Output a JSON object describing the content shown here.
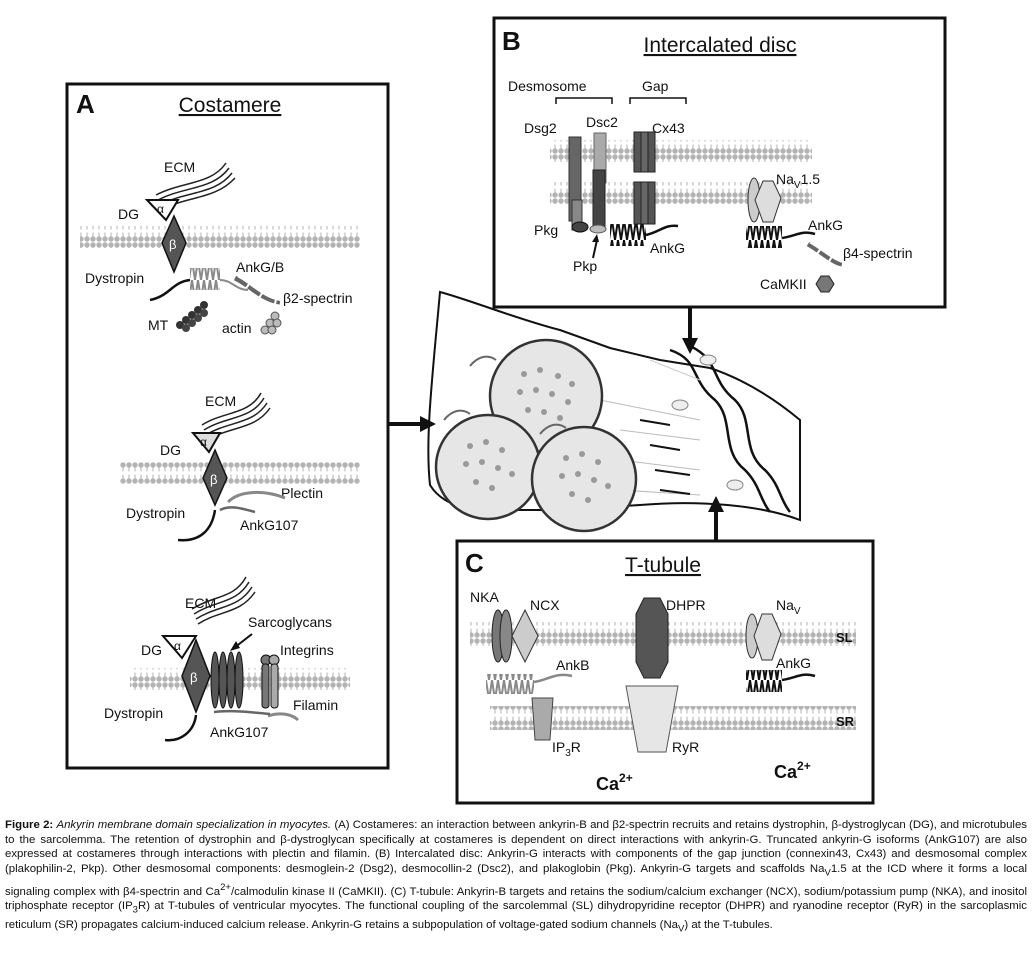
{
  "panelA": {
    "letter": "A",
    "title": "Costamere",
    "row1": {
      "ecm": "ECM",
      "dg": "DG",
      "alpha": "α",
      "beta": "β",
      "dystropin": "Dystropin",
      "ank": "AnkG/B",
      "spectrin": "β2-spectrin",
      "mt": "MT",
      "actin": "actin"
    },
    "row2": {
      "ecm": "ECM",
      "dg": "DG",
      "alpha": "α",
      "beta": "β",
      "plectin": "Plectin",
      "dystropin": "Dystropin",
      "ank": "AnkG107"
    },
    "row3": {
      "ecm": "ECM",
      "sarcoglycans": "Sarcoglycans",
      "dg": "DG",
      "alpha": "α",
      "beta": "β",
      "integrins": "Integrins",
      "filamin": "Filamin",
      "dystropin": "Dystropin",
      "ank": "AnkG107"
    }
  },
  "panelB": {
    "letter": "B",
    "title": "Intercalated disc",
    "desmosome": "Desmosome",
    "gap": "Gap",
    "dsg2": "Dsg2",
    "dsc2": "Dsc2",
    "cx43": "Cx43",
    "nav_main": "Na",
    "nav_sub": "V",
    "nav_suffix": "1.5",
    "pkg": "Pkg",
    "pkp": "Pkp",
    "ankg": "AnkG",
    "ankg_right": "AnkG",
    "spectrin": "β4-spectrin",
    "camkii": "CaMKII"
  },
  "panelC": {
    "letter": "C",
    "title": "T-tubule",
    "nka": "NKA",
    "ncx": "NCX",
    "dhpr": "DHPR",
    "nav_main": "Na",
    "nav_sub": "V",
    "sl": "SL",
    "sr": "SR",
    "ankb": "AnkB",
    "ankg": "AnkG",
    "ip3r_main": "IP",
    "ip3r_sub": "3",
    "ip3r_suffix": "R",
    "ryr": "RyR",
    "ca_left": "Ca",
    "ca_left_sup": "2+",
    "ca_right": "Ca",
    "ca_right_sup": "2+"
  },
  "caption": {
    "label": "Figure 2:",
    "title": "Ankyrin membrane domain specialization in myocytes.",
    "p1": "(A) Costameres: an interaction between ankyrin-B and β2-spectrin recruits and retains dystrophin, β-dystroglycan (DG), and microtubules to the sarcolemma. The retention of dystrophin and β-dystroglycan specifically at costameres is dependent on direct interactions with ankyrin-G. Truncated ankyrin-G isoforms (AnkG107) are also expressed at costameres through interactions with plectin and filamin. (B) Intercalated disc: Ankyrin-G interacts with components of the gap junction (connexin43, Cx43) and desmosomal complex (plakophilin-2, Pkp). Other desmosomal components: desmoglein-2 (Dsg2), desmocollin-2 (Dsc2), and plakoglobin (Pkg). Ankyrin-G targets and scaffolds Na",
    "p1_sub": "V",
    "p2": "1.5 at the ICD where it forms a local signaling complex with β4-spectrin and Ca",
    "p2_sup": "2+",
    "p3": "/calmodulin kinase II (CaMKII). (C) T-tubule: Ankyrin-B targets and retains the sodium/calcium exchanger (NCX), sodium/potassium pump (NKA), and inositol triphosphate receptor (IP",
    "p3_sub": "3",
    "p4": "R) at T-tubules of ventricular myocytes. The functional coupling of the sarcolemmal (SL) dihydropyridine receptor (DHPR) and ryanodine receptor (RyR) in the sarcoplasmic reticulum (SR) propagates calcium-induced calcium release. Ankyrin-G retains a subpopulation of voltage-gated sodium channels (Na",
    "p4_sub": "V",
    "p5": ") at the T-tubules."
  }
}
